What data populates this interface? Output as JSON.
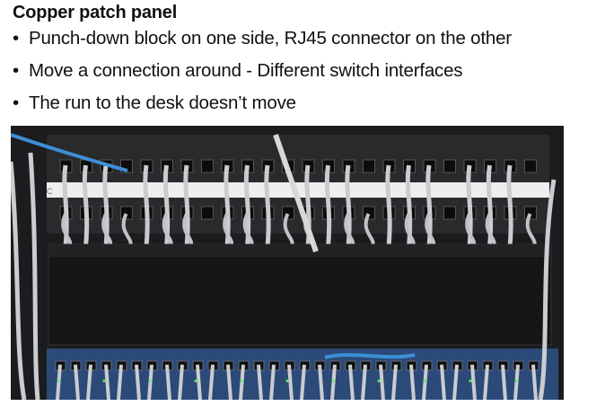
{
  "slide": {
    "title": "Copper patch panel",
    "bullets": [
      "Punch-down block on one side, RJ45 connector on the other",
      "Move a connection around - Different switch interfaces",
      "The run to the desk doesn’t move"
    ],
    "bullet_glyph": "•"
  },
  "photo": {
    "panel_label": "C",
    "colors": {
      "rack": "#1c1c1e",
      "cable": "#c9ccd0",
      "label_strip": "#eeeeee",
      "blue_cable": "#3d8fd6",
      "switch": "#2c4a78"
    }
  }
}
